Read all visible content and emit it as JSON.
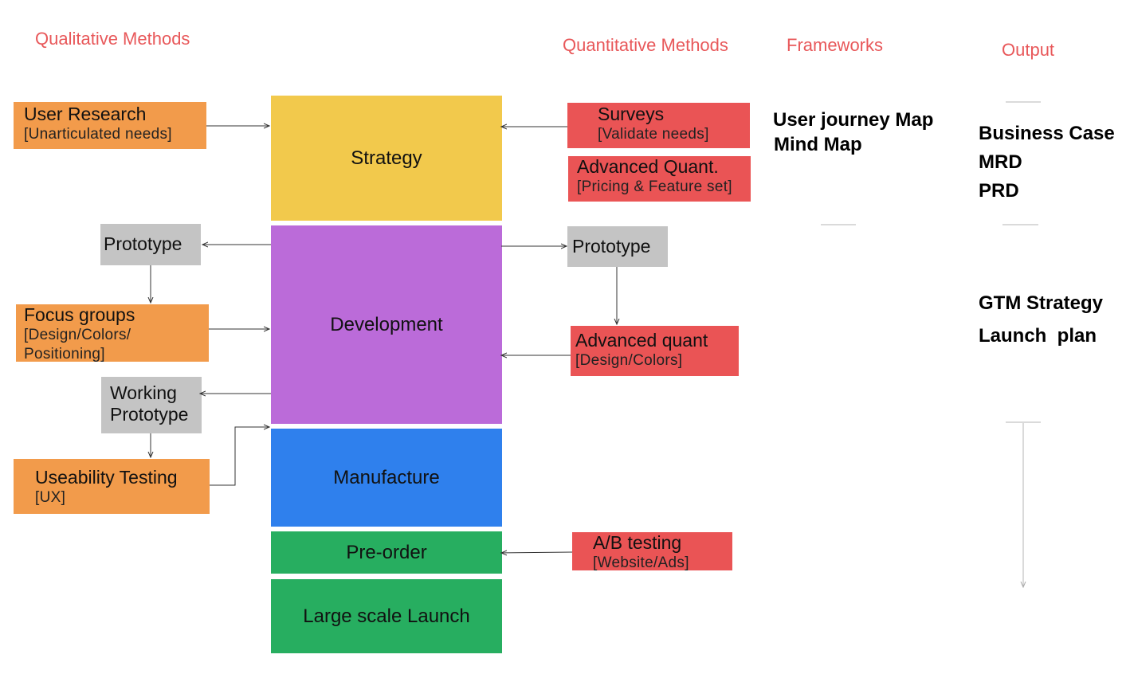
{
  "headers": {
    "qualitative": "Qualitative Methods",
    "quantitative": "Quantitative Methods",
    "frameworks": "Frameworks",
    "output": "Output"
  },
  "stages": {
    "strategy": "Strategy",
    "development": "Development",
    "manufacture": "Manufacture",
    "preorder": "Pre-order",
    "launch": "Large scale Launch"
  },
  "qualitative": {
    "user_research": {
      "title": "User Research",
      "sub": "[Unarticulated needs]"
    },
    "prototype": "Prototype",
    "focus_groups": {
      "title": "Focus groups",
      "sub1": "[Design/Colors/",
      "sub2": "Positioning]"
    },
    "working_prototype": {
      "line1": "Working",
      "line2": "Prototype"
    },
    "usability": {
      "title": "Useability Testing",
      "sub": "[UX]"
    }
  },
  "quantitative": {
    "surveys": {
      "title": "Surveys",
      "sub": "[Validate needs]"
    },
    "advanced_quant": {
      "title": "Advanced Quant.",
      "sub": "[Pricing & Feature set]"
    },
    "prototype": "Prototype",
    "advanced_quant_design": {
      "title": "Advanced quant",
      "sub": "[Design/Colors]"
    },
    "ab_testing": {
      "title": "A/B testing",
      "sub": "[Website/Ads]"
    }
  },
  "frameworks": {
    "line1": "User journey Map",
    "line2": "Mind Map"
  },
  "output": {
    "business_case": "Business Case",
    "mrd": "MRD",
    "prd": "PRD",
    "gtm": "GTM Strategy",
    "launch_plan": "Launch  plan"
  },
  "colors": {
    "header": "#e8585a",
    "strategy": "#f2c94c",
    "development": "#bb6bd9",
    "manufacture": "#2f80ed",
    "preorder": "#27ae60",
    "launch": "#27ae60",
    "qualitative_box": "#f29b4b",
    "quantitative_box": "#ea5455",
    "prototype_box": "#c4c4c4"
  }
}
